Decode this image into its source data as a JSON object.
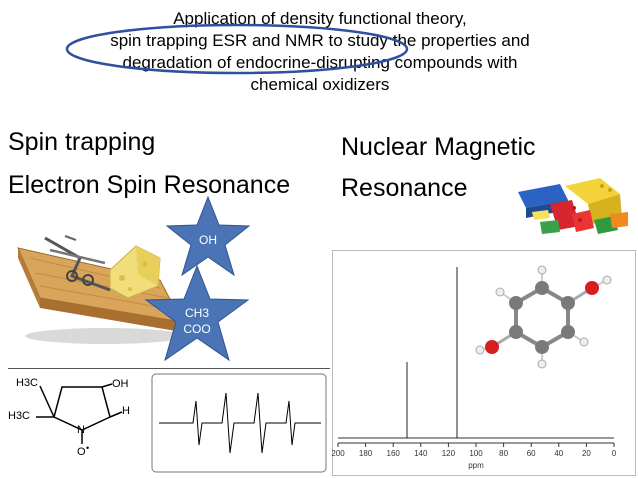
{
  "slide": {
    "title_lines": [
      "Application of density functional theory,",
      "spin trapping ESR and NMR to study the properties and",
      "degradation of endocrine-disrupting compounds with",
      "chemical oxidizers"
    ],
    "left_heading_1": "Spin trapping",
    "left_heading_2": "Electron Spin Resonance",
    "right_heading_1": "Nuclear Magnetic",
    "right_heading_2": "Resonance",
    "star_1_label": "OH",
    "star_2_label_line1": "CH3",
    "star_2_label_line2": "COO",
    "highlight_ellipse_color": "#2f4f9f",
    "star_color": "#4a74b5"
  },
  "molecule_labels": {
    "h3c_top": "H3C",
    "h3c_left": "H3C",
    "oh": "OH",
    "h": "H",
    "n": "N",
    "o": "O"
  },
  "nmr_axis": {
    "ticks": [
      "200",
      "180",
      "160",
      "140",
      "120",
      "100",
      "80",
      "60",
      "40",
      "20",
      "0"
    ],
    "unit": "ppm"
  }
}
